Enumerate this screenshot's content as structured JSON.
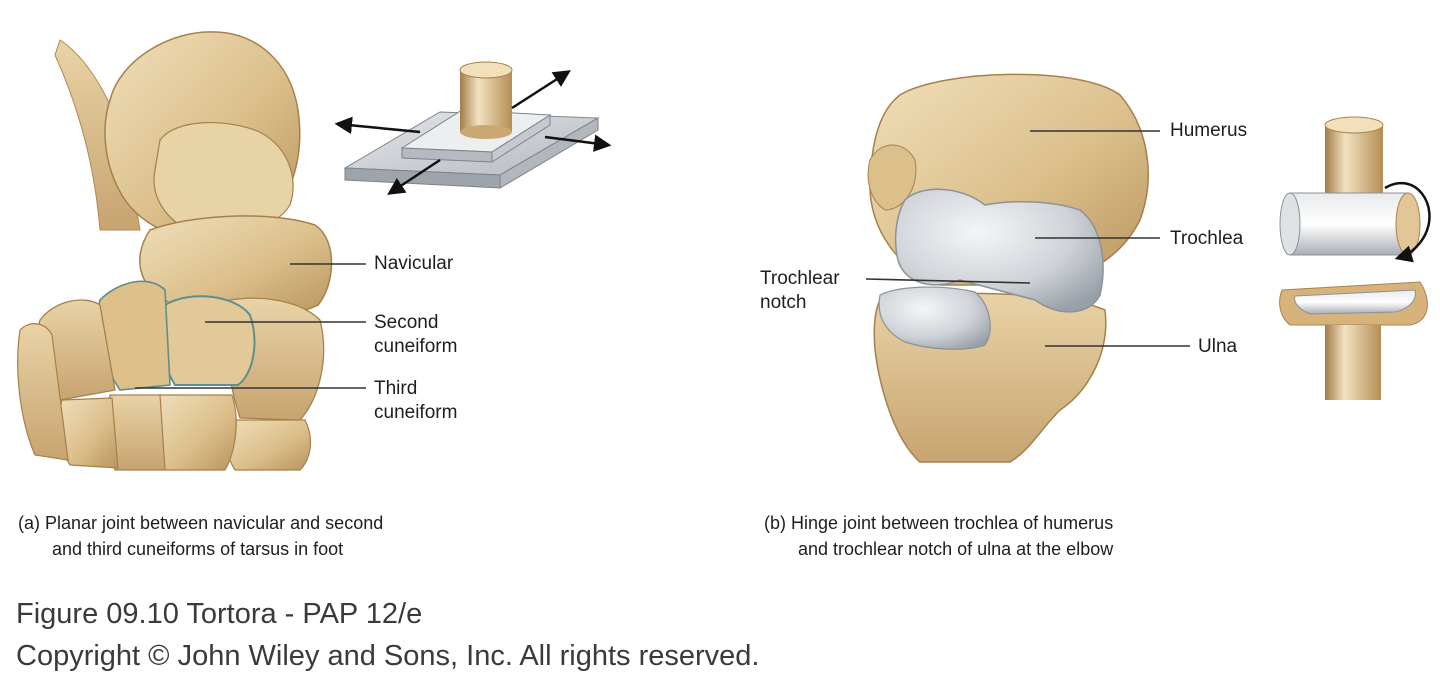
{
  "panel_a": {
    "labels": {
      "navicular": "Navicular",
      "second_cuneiform": "Second\ncuneiform",
      "third_cuneiform": "Third\ncuneiform"
    },
    "caption_line1": "(a) Planar joint between navicular and second",
    "caption_line2": "and third cuneiforms of tarsus in foot"
  },
  "panel_b": {
    "labels": {
      "humerus": "Humerus",
      "trochlea": "Trochlea",
      "trochlear_notch": "Trochlear\nnotch",
      "ulna": "Ulna"
    },
    "caption_line1": "(b) Hinge joint between trochlea of humerus",
    "caption_line2": "and trochlear notch of ulna at the elbow"
  },
  "footer": {
    "figure": "Figure 09.10  Tortora - PAP 12/e",
    "copyright": "Copyright © John Wiley and Sons, Inc. All rights reserved."
  },
  "colors": {
    "bone": "#e6d0a4",
    "bone_shadow": "#b8955e",
    "cartilage": "#d5d8dc",
    "leader": "#333333"
  }
}
